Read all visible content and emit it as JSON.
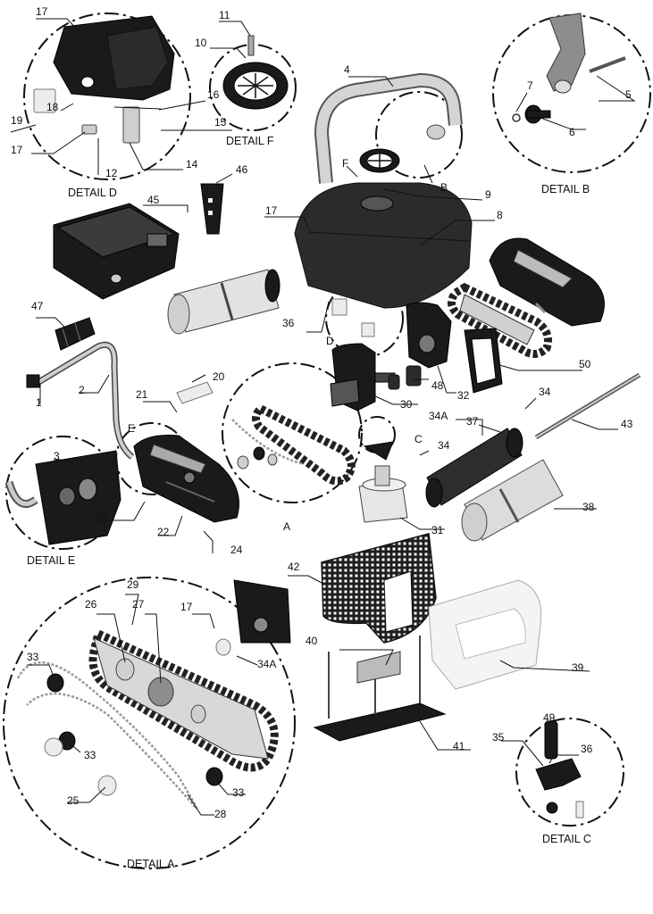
{
  "callouts": [
    {
      "id": "c17a",
      "text": "17"
    },
    {
      "id": "c11",
      "text": "11"
    },
    {
      "id": "c10",
      "text": "10"
    },
    {
      "id": "c16",
      "text": "16"
    },
    {
      "id": "c15",
      "text": "15"
    },
    {
      "id": "c18",
      "text": "18"
    },
    {
      "id": "c19",
      "text": "19"
    },
    {
      "id": "c17b",
      "text": "17"
    },
    {
      "id": "c12",
      "text": "12"
    },
    {
      "id": "c14",
      "text": "14"
    },
    {
      "id": "c4",
      "text": "4"
    },
    {
      "id": "c7",
      "text": "7"
    },
    {
      "id": "c5",
      "text": "5"
    },
    {
      "id": "c6",
      "text": "6"
    },
    {
      "id": "cF",
      "text": "F"
    },
    {
      "id": "cB",
      "text": "B"
    },
    {
      "id": "c9",
      "text": "9"
    },
    {
      "id": "c8",
      "text": "8"
    },
    {
      "id": "c46",
      "text": "46"
    },
    {
      "id": "c45",
      "text": "45"
    },
    {
      "id": "c17c",
      "text": "17"
    },
    {
      "id": "c47",
      "text": "47"
    },
    {
      "id": "c36a",
      "text": "36"
    },
    {
      "id": "cD",
      "text": "D"
    },
    {
      "id": "c50",
      "text": "50"
    },
    {
      "id": "c20",
      "text": "20"
    },
    {
      "id": "c21",
      "text": "21"
    },
    {
      "id": "c2",
      "text": "2"
    },
    {
      "id": "c1",
      "text": "1"
    },
    {
      "id": "cE",
      "text": "E"
    },
    {
      "id": "c48",
      "text": "48"
    },
    {
      "id": "c32",
      "text": "32"
    },
    {
      "id": "c30",
      "text": "30"
    },
    {
      "id": "c34a",
      "text": "34"
    },
    {
      "id": "c34A",
      "text": "34A"
    },
    {
      "id": "c37",
      "text": "37"
    },
    {
      "id": "c43",
      "text": "43"
    },
    {
      "id": "cC",
      "text": "C"
    },
    {
      "id": "c34b",
      "text": "34"
    },
    {
      "id": "c3",
      "text": "3"
    },
    {
      "id": "c23",
      "text": "23"
    },
    {
      "id": "c22",
      "text": "22"
    },
    {
      "id": "c24",
      "text": "24"
    },
    {
      "id": "cA",
      "text": "A"
    },
    {
      "id": "c31",
      "text": "31"
    },
    {
      "id": "c38",
      "text": "38"
    },
    {
      "id": "c42",
      "text": "42"
    },
    {
      "id": "c29",
      "text": "29"
    },
    {
      "id": "c26",
      "text": "26"
    },
    {
      "id": "c27",
      "text": "27"
    },
    {
      "id": "c17d",
      "text": "17"
    },
    {
      "id": "c40",
      "text": "40"
    },
    {
      "id": "c34A2",
      "text": "34A"
    },
    {
      "id": "c39",
      "text": "39"
    },
    {
      "id": "c33a",
      "text": "33"
    },
    {
      "id": "c33b",
      "text": "33"
    },
    {
      "id": "c33c",
      "text": "33"
    },
    {
      "id": "c25",
      "text": "25"
    },
    {
      "id": "c28",
      "text": "28"
    },
    {
      "id": "c41",
      "text": "41"
    },
    {
      "id": "c49",
      "text": "49"
    },
    {
      "id": "c35",
      "text": "35"
    },
    {
      "id": "c36b",
      "text": "36"
    }
  ],
  "details": {
    "d": "DETAIL D",
    "f": "DETAIL F",
    "b": "DETAIL B",
    "e": "DETAIL E",
    "a": "DETAIL A",
    "c": "DETAIL C"
  }
}
